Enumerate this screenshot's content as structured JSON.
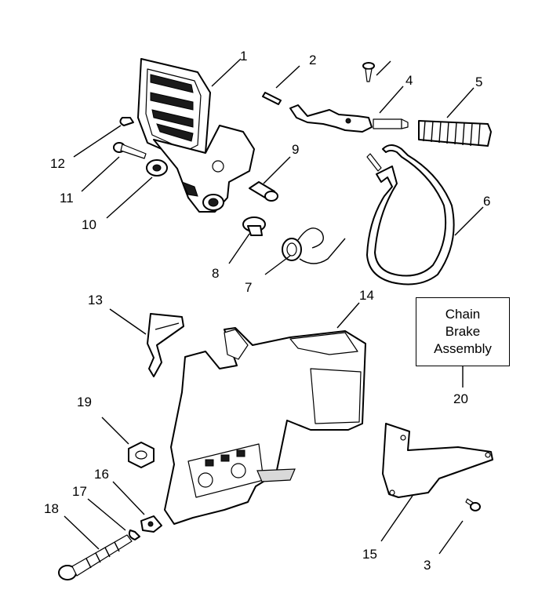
{
  "callouts": {
    "c1": "1",
    "c2": "2",
    "c3": "3",
    "c4": "4",
    "c5": "5",
    "c6": "6",
    "c7": "7",
    "c8": "8",
    "c9": "9",
    "c10": "10",
    "c11": "11",
    "c12": "12",
    "c13": "13",
    "c14": "14",
    "c15": "15",
    "c16": "16",
    "c17": "17",
    "c18": "18",
    "c19": "19",
    "c20": "20"
  },
  "assembly_box": {
    "line1": "Chain",
    "line2": "Brake",
    "line3": "Assembly"
  }
}
